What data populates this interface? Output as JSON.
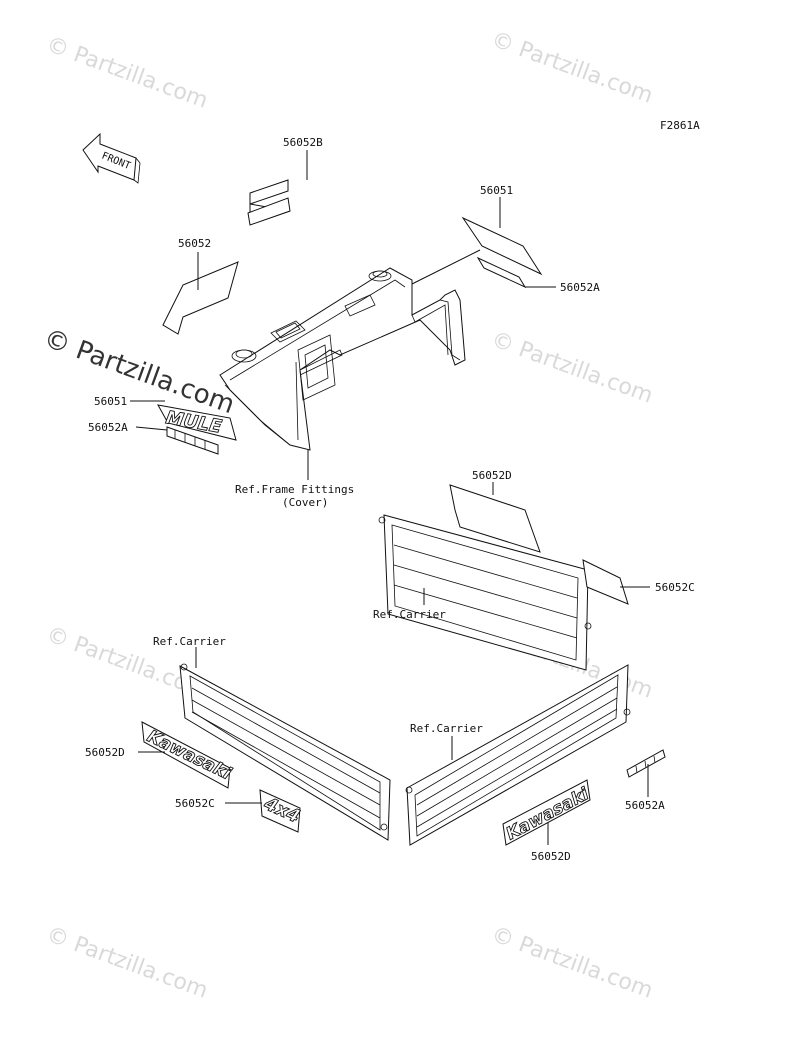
{
  "figure_code": "F2861A",
  "front_arrow_label": "FRONT",
  "watermark": "© Partzilla.com",
  "callouts": {
    "c1": "56052B",
    "c2": "56051",
    "c3": "56052",
    "c4": "56052A",
    "c5": "56051",
    "c6": "56052A",
    "c7": "Ref.Frame Fittings",
    "c7b": "(Cover)",
    "c8": "56052D",
    "c9": "56052C",
    "c10": "Ref.Carrier",
    "c11": "Ref.Carrier",
    "c12": "Ref.Carrier",
    "c13": "56052D",
    "c14": "56052C",
    "c15": "56052A",
    "c16": "56052D"
  },
  "decals": {
    "mule": "MULE",
    "kawasaki": "Kawasaki",
    "fourbyfour": "4x4"
  }
}
